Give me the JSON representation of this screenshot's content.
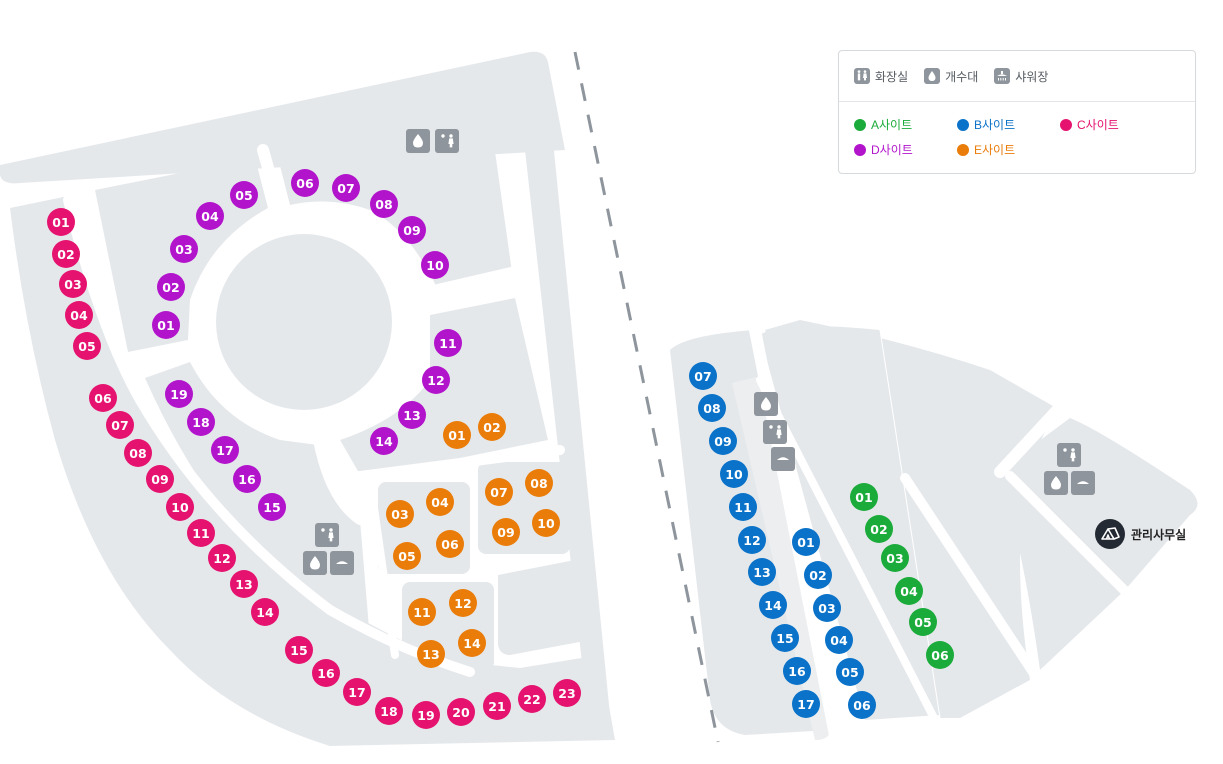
{
  "legend": {
    "facilities": [
      {
        "icon": "toilet-icon",
        "label": "화장실"
      },
      {
        "icon": "water-tap-icon",
        "label": "개수대"
      },
      {
        "icon": "shower-icon",
        "label": "샤워장"
      }
    ],
    "sites": [
      {
        "key": "A",
        "label": "A사이트",
        "color": "#1aab3a"
      },
      {
        "key": "B",
        "label": "B사이트",
        "color": "#0a72c8"
      },
      {
        "key": "C",
        "label": "C사이트",
        "color": "#e5136f"
      },
      {
        "key": "D",
        "label": "D사이트",
        "color": "#b214cc"
      },
      {
        "key": "E",
        "label": "E사이트",
        "color": "#ea7c0a"
      }
    ]
  },
  "office": {
    "label": "관리사무실",
    "icon": "tent-office-icon"
  },
  "site_labels": {
    "A": [
      "01",
      "02",
      "03",
      "04",
      "05",
      "06"
    ],
    "B": [
      "01",
      "02",
      "03",
      "04",
      "05",
      "06",
      "07",
      "08",
      "09",
      "10",
      "11",
      "12",
      "13",
      "14",
      "15",
      "16",
      "17"
    ],
    "C": [
      "01",
      "02",
      "03",
      "04",
      "05",
      "06",
      "07",
      "08",
      "09",
      "10",
      "11",
      "12",
      "13",
      "14",
      "15",
      "16",
      "17",
      "18",
      "19",
      "20",
      "21",
      "22",
      "23"
    ],
    "D": [
      "01",
      "02",
      "03",
      "04",
      "05",
      "06",
      "07",
      "08",
      "09",
      "10",
      "11",
      "12",
      "13",
      "14",
      "15",
      "16",
      "17",
      "18",
      "19"
    ],
    "E": [
      "01",
      "02",
      "03",
      "04",
      "05",
      "06",
      "07",
      "08",
      "09",
      "10",
      "11",
      "12",
      "13",
      "14"
    ]
  }
}
